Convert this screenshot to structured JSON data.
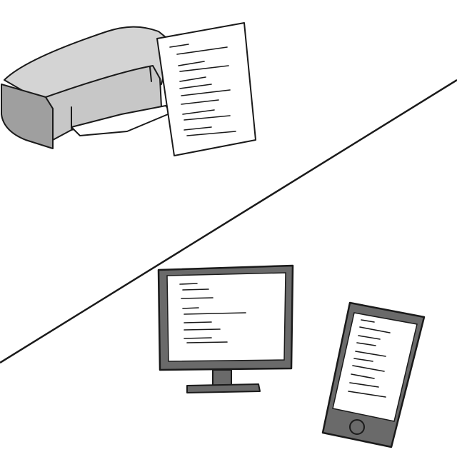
{
  "scene": {
    "panels": [
      {
        "name": "top-panel",
        "items": [
          "printer",
          "printed-page"
        ]
      },
      {
        "name": "bottom-panel",
        "items": [
          "desktop-monitor",
          "smartphone"
        ]
      }
    ],
    "colors": {
      "background": "#ffffff",
      "stroke": "#1a1a1a",
      "printer_body": "#d0d0d0",
      "printer_shadow": "#a8a8a8",
      "device_frame": "#6a6a6a",
      "screen": "#ffffff",
      "text_lines": "#1a1a1a"
    },
    "icons": {
      "printer": "printer-icon",
      "paper": "document-icon",
      "monitor": "monitor-icon",
      "phone": "smartphone-icon"
    }
  }
}
